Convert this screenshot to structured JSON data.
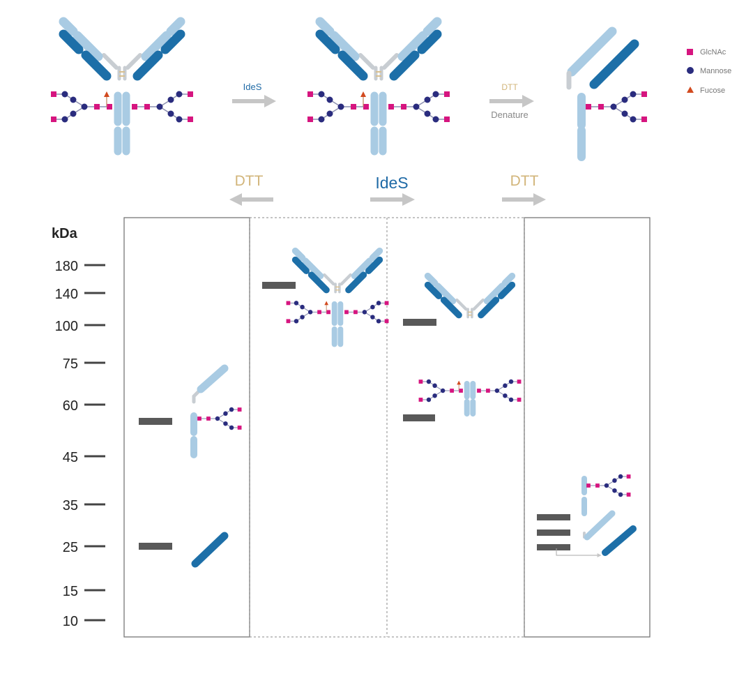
{
  "colors": {
    "light_chain": "#a9cbe3",
    "heavy_dark": "#1d6fa8",
    "hinge": "#c8cdd2",
    "disulfide": "#d9c08f",
    "glcnac": "#d6157f",
    "mannose": "#2a2c7e",
    "fucose": "#d24a1f",
    "arrow": "#c6c6c6",
    "band": "#595959",
    "dtt_text": "#d2b57a",
    "ides_text": "#1f6aa6",
    "gray_text": "#888888",
    "gel_border": "#777777"
  },
  "legend": {
    "glcnac": "GlcNAc",
    "mannose": "Mannose",
    "fucose": "Fucose"
  },
  "top_steps": {
    "step1": "IdeS",
    "step2_top": "DTT",
    "step2_bottom": "Denature"
  },
  "lane_labels": {
    "left": "DTT",
    "middle": "IdeS",
    "right": "DTT"
  },
  "gel": {
    "unit": "kDa",
    "markers": [
      "180",
      "140",
      "100",
      "75",
      "60",
      "45",
      "35",
      "25",
      "15",
      "10"
    ]
  }
}
